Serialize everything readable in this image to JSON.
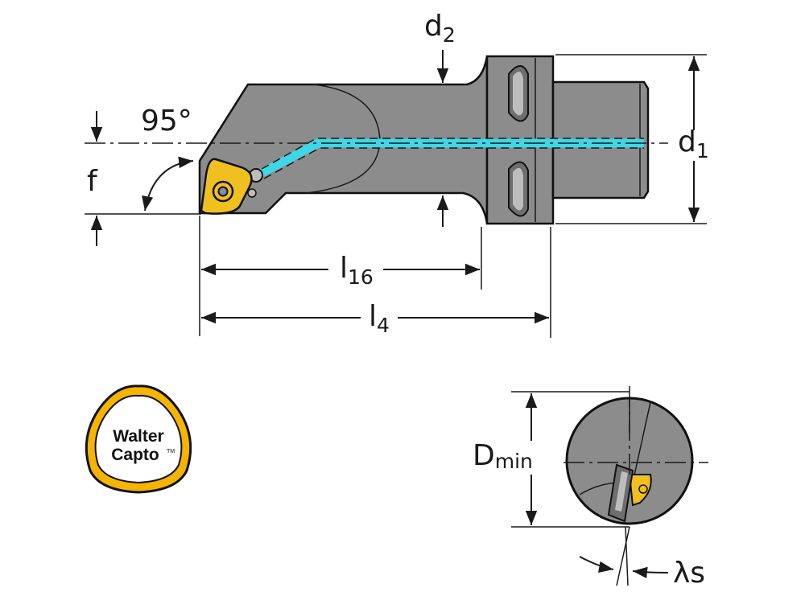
{
  "labels": {
    "d2": {
      "main": "d",
      "sub": "2"
    },
    "d1": {
      "main": "d",
      "sub": "1"
    },
    "angle": "95°",
    "f": "f",
    "l16": {
      "main": "l",
      "sub": "16"
    },
    "l4": {
      "main": "l",
      "sub": "4"
    },
    "dmin": {
      "main": "D",
      "sub": "min"
    },
    "lambda": "λs"
  },
  "logo": {
    "line1": "Walter",
    "line2": "Capto",
    "tm": "TM"
  },
  "colors": {
    "body": "#8c8c8c",
    "coolant": "#3fd6e6",
    "insert": "#f0c020",
    "logo_ring": "#f5b400",
    "line": "#1a1a1a"
  }
}
